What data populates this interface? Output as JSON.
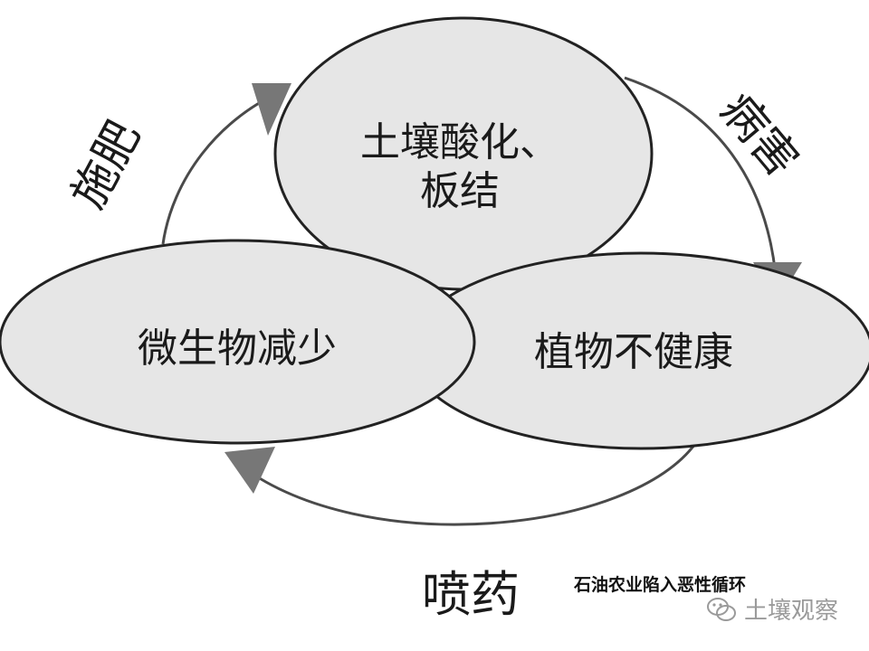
{
  "diagram": {
    "nodes": [
      {
        "id": "soil",
        "lines": [
          "土壤酸化、",
          "板结"
        ]
      },
      {
        "id": "microbe",
        "lines": [
          "微生物减少"
        ]
      },
      {
        "id": "plant",
        "lines": [
          "植物不健康"
        ]
      }
    ],
    "edges": [
      {
        "from": "microbe",
        "to": "soil",
        "label": "施肥"
      },
      {
        "from": "soil",
        "to": "plant",
        "label": "病害"
      },
      {
        "from": "plant",
        "to": "microbe",
        "label": "喷药"
      }
    ]
  },
  "caption": "石油农业陷入恶性循环",
  "watermark": {
    "account": "土壤观察",
    "icon": "wechat-icon"
  },
  "colors": {
    "ellipse_fill": "#e6e6e6",
    "ellipse_stroke": "#222222",
    "cycle_stroke": "#4a4a4a",
    "arrow_fill": "#777777"
  }
}
